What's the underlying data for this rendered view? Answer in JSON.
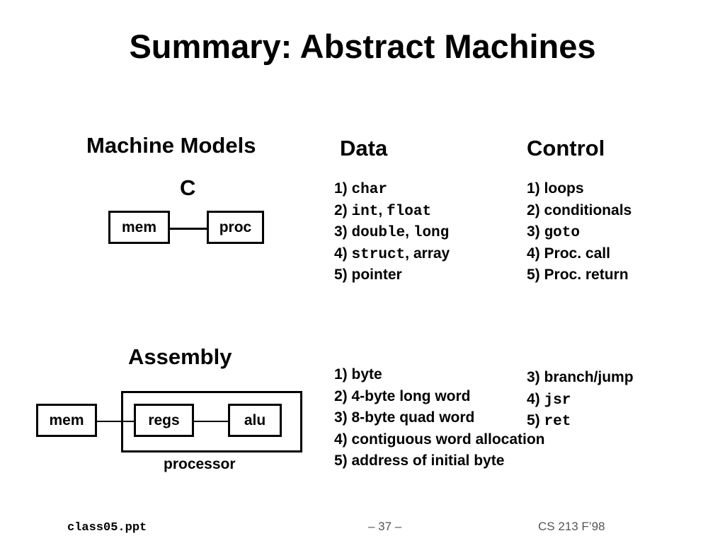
{
  "title": "Summary: Abstract Machines",
  "headers": {
    "machine_models": "Machine Models",
    "data": "Data",
    "control": "Control"
  },
  "c_model": {
    "label": "C",
    "mem": "mem",
    "proc": "proc"
  },
  "assembly_model": {
    "label": "Assembly",
    "mem": "mem",
    "regs": "regs",
    "alu": "alu",
    "processor": "processor"
  },
  "c_data": [
    {
      "num": "1)",
      "code1": "char"
    },
    {
      "num": "2)",
      "code1": "int",
      "sep": ",",
      "code2": "float"
    },
    {
      "num": "3)",
      "code1": "double",
      "sep": ",",
      "code2": "long"
    },
    {
      "num": "4)",
      "code1": "struct",
      "sep": ",",
      "text": "array"
    },
    {
      "num": "5)",
      "text": "pointer"
    }
  ],
  "c_control": [
    {
      "num": "1)",
      "text": "loops"
    },
    {
      "num": "2)",
      "text": "conditionals"
    },
    {
      "num": "3)",
      "code": "goto"
    },
    {
      "num": "4)",
      "text": "Proc. call"
    },
    {
      "num": "5)",
      "text": "Proc. return"
    }
  ],
  "asm_data": [
    "1) byte",
    "2) 4-byte long word",
    "3) 8-byte quad word",
    "4) contiguous word allocation",
    "5) address of initial byte"
  ],
  "asm_control": [
    {
      "num": "3)",
      "text": "branch/jump"
    },
    {
      "num": "4)",
      "code": "jsr"
    },
    {
      "num": "5)",
      "code": "ret"
    }
  ],
  "footer": {
    "file": "class05.ppt",
    "page": "– 37 –",
    "course": "CS 213 F’98"
  }
}
